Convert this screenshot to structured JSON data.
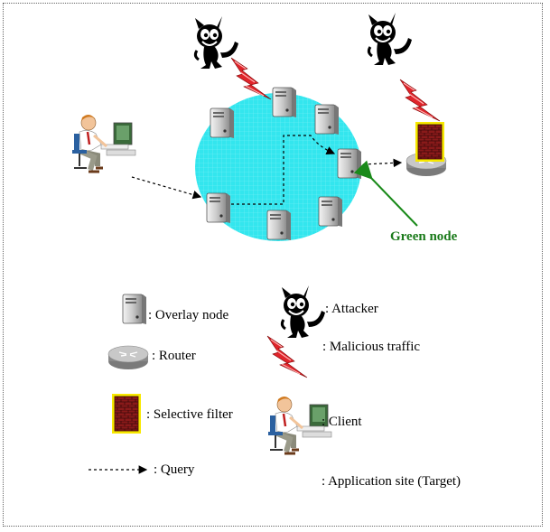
{
  "diagram": {
    "green_node_label": "Green node"
  },
  "legend": {
    "overlay_node": ": Overlay node",
    "router": ": Router",
    "selective_filter": ": Selective filter",
    "query": ": Query",
    "attacker": ": Attacker",
    "malicious_traffic": ": Malicious traffic",
    "client": ": Client",
    "application_site": ": Application site (Target)"
  },
  "colors": {
    "overlay_fill": "#33e6ee",
    "green_arrow": "#1a8a1a",
    "lightning": "#e0242b",
    "filter_brick": "#8a1a1a",
    "filter_border": "#f0e000"
  }
}
